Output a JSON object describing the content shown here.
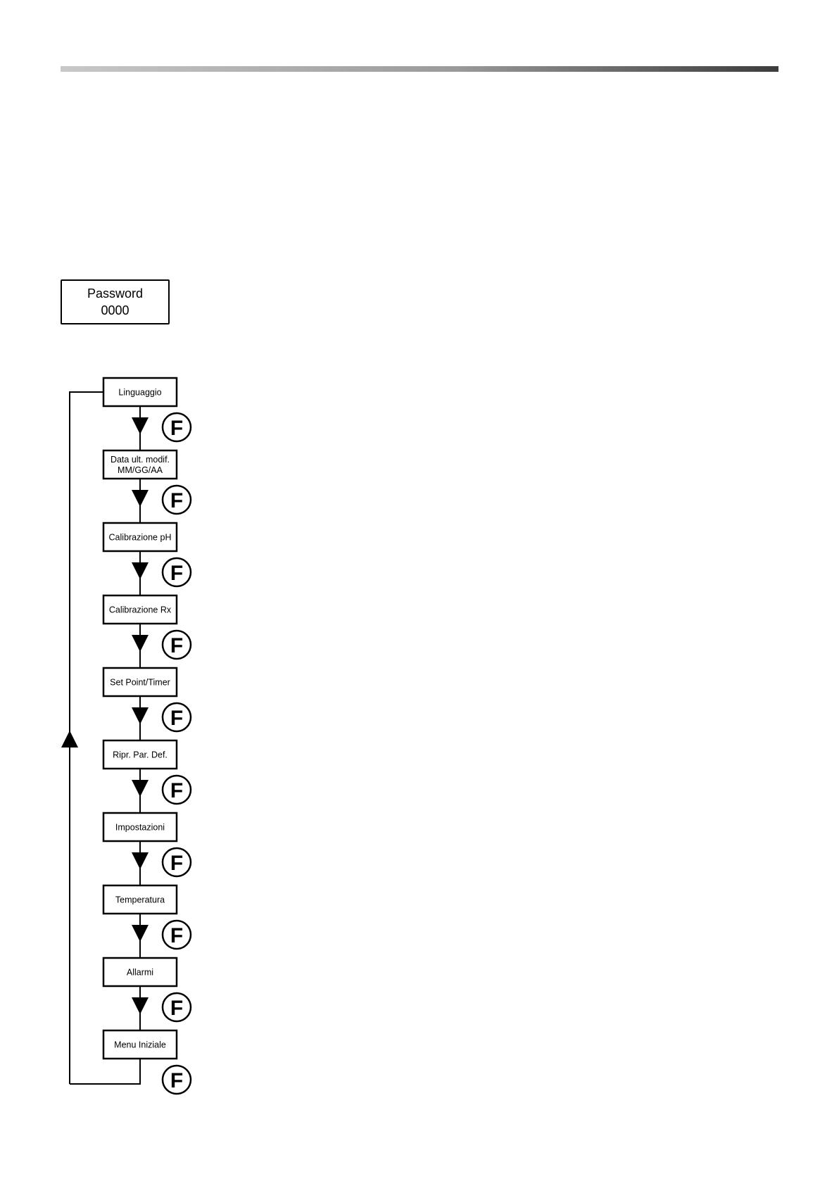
{
  "password": {
    "label": "Password",
    "value": "0000"
  },
  "menu": {
    "nodes": [
      {
        "lines": [
          "Linguaggio"
        ]
      },
      {
        "lines": [
          "Data ult. modif.",
          "MM/GG/AA"
        ]
      },
      {
        "lines": [
          "Calibrazione pH"
        ]
      },
      {
        "lines": [
          "Calibrazione Rx"
        ]
      },
      {
        "lines": [
          "Set Point/Timer"
        ]
      },
      {
        "lines": [
          "Ripr. Par. Def."
        ]
      },
      {
        "lines": [
          "Impostazioni"
        ]
      },
      {
        "lines": [
          "Temperatura"
        ]
      },
      {
        "lines": [
          "Allarmi"
        ]
      },
      {
        "lines": [
          "Menu Iniziale"
        ]
      }
    ],
    "key_label": "F"
  }
}
